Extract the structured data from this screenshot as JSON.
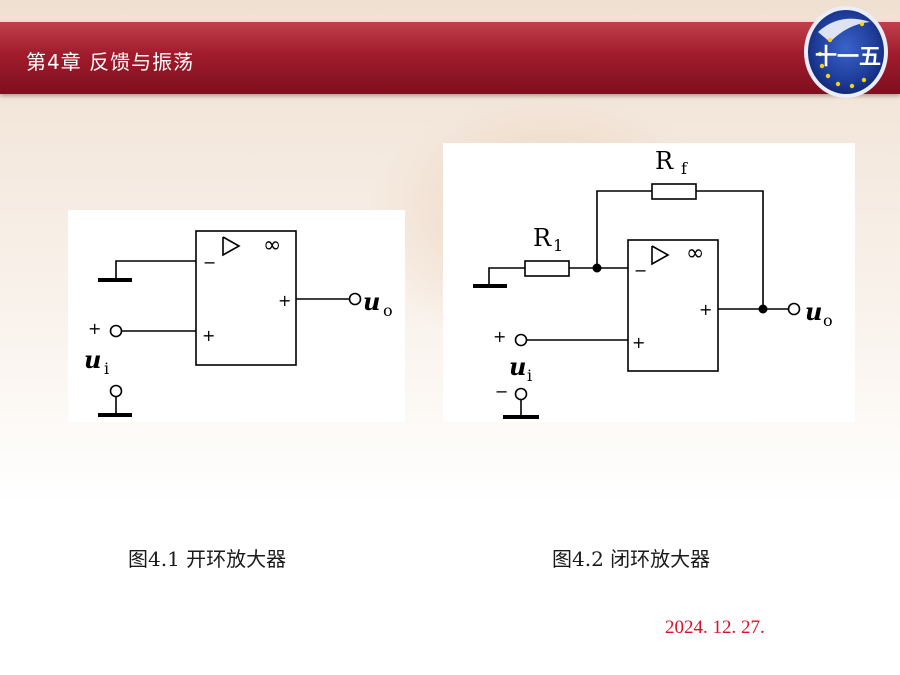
{
  "header": {
    "title": "第4章  反馈与振荡"
  },
  "logo": {
    "text": "十一五"
  },
  "figure1": {
    "infinity": "∞",
    "minus": "−",
    "plus": "+",
    "out_label": "u",
    "out_sub": "o",
    "in_label": "u",
    "in_sub": "i",
    "caption": "图4.1  开环放大器"
  },
  "figure2": {
    "infinity": "∞",
    "minus": "−",
    "plus": "+",
    "rf_label": "R",
    "rf_sub": "f",
    "r1_label": "R",
    "r1_sub": "1",
    "out_label": "u",
    "out_sub": "o",
    "in_label": "u",
    "in_sub": "i",
    "caption": "图4.2  闭环放大器"
  },
  "footer": {
    "date": "2024. 12. 27."
  }
}
